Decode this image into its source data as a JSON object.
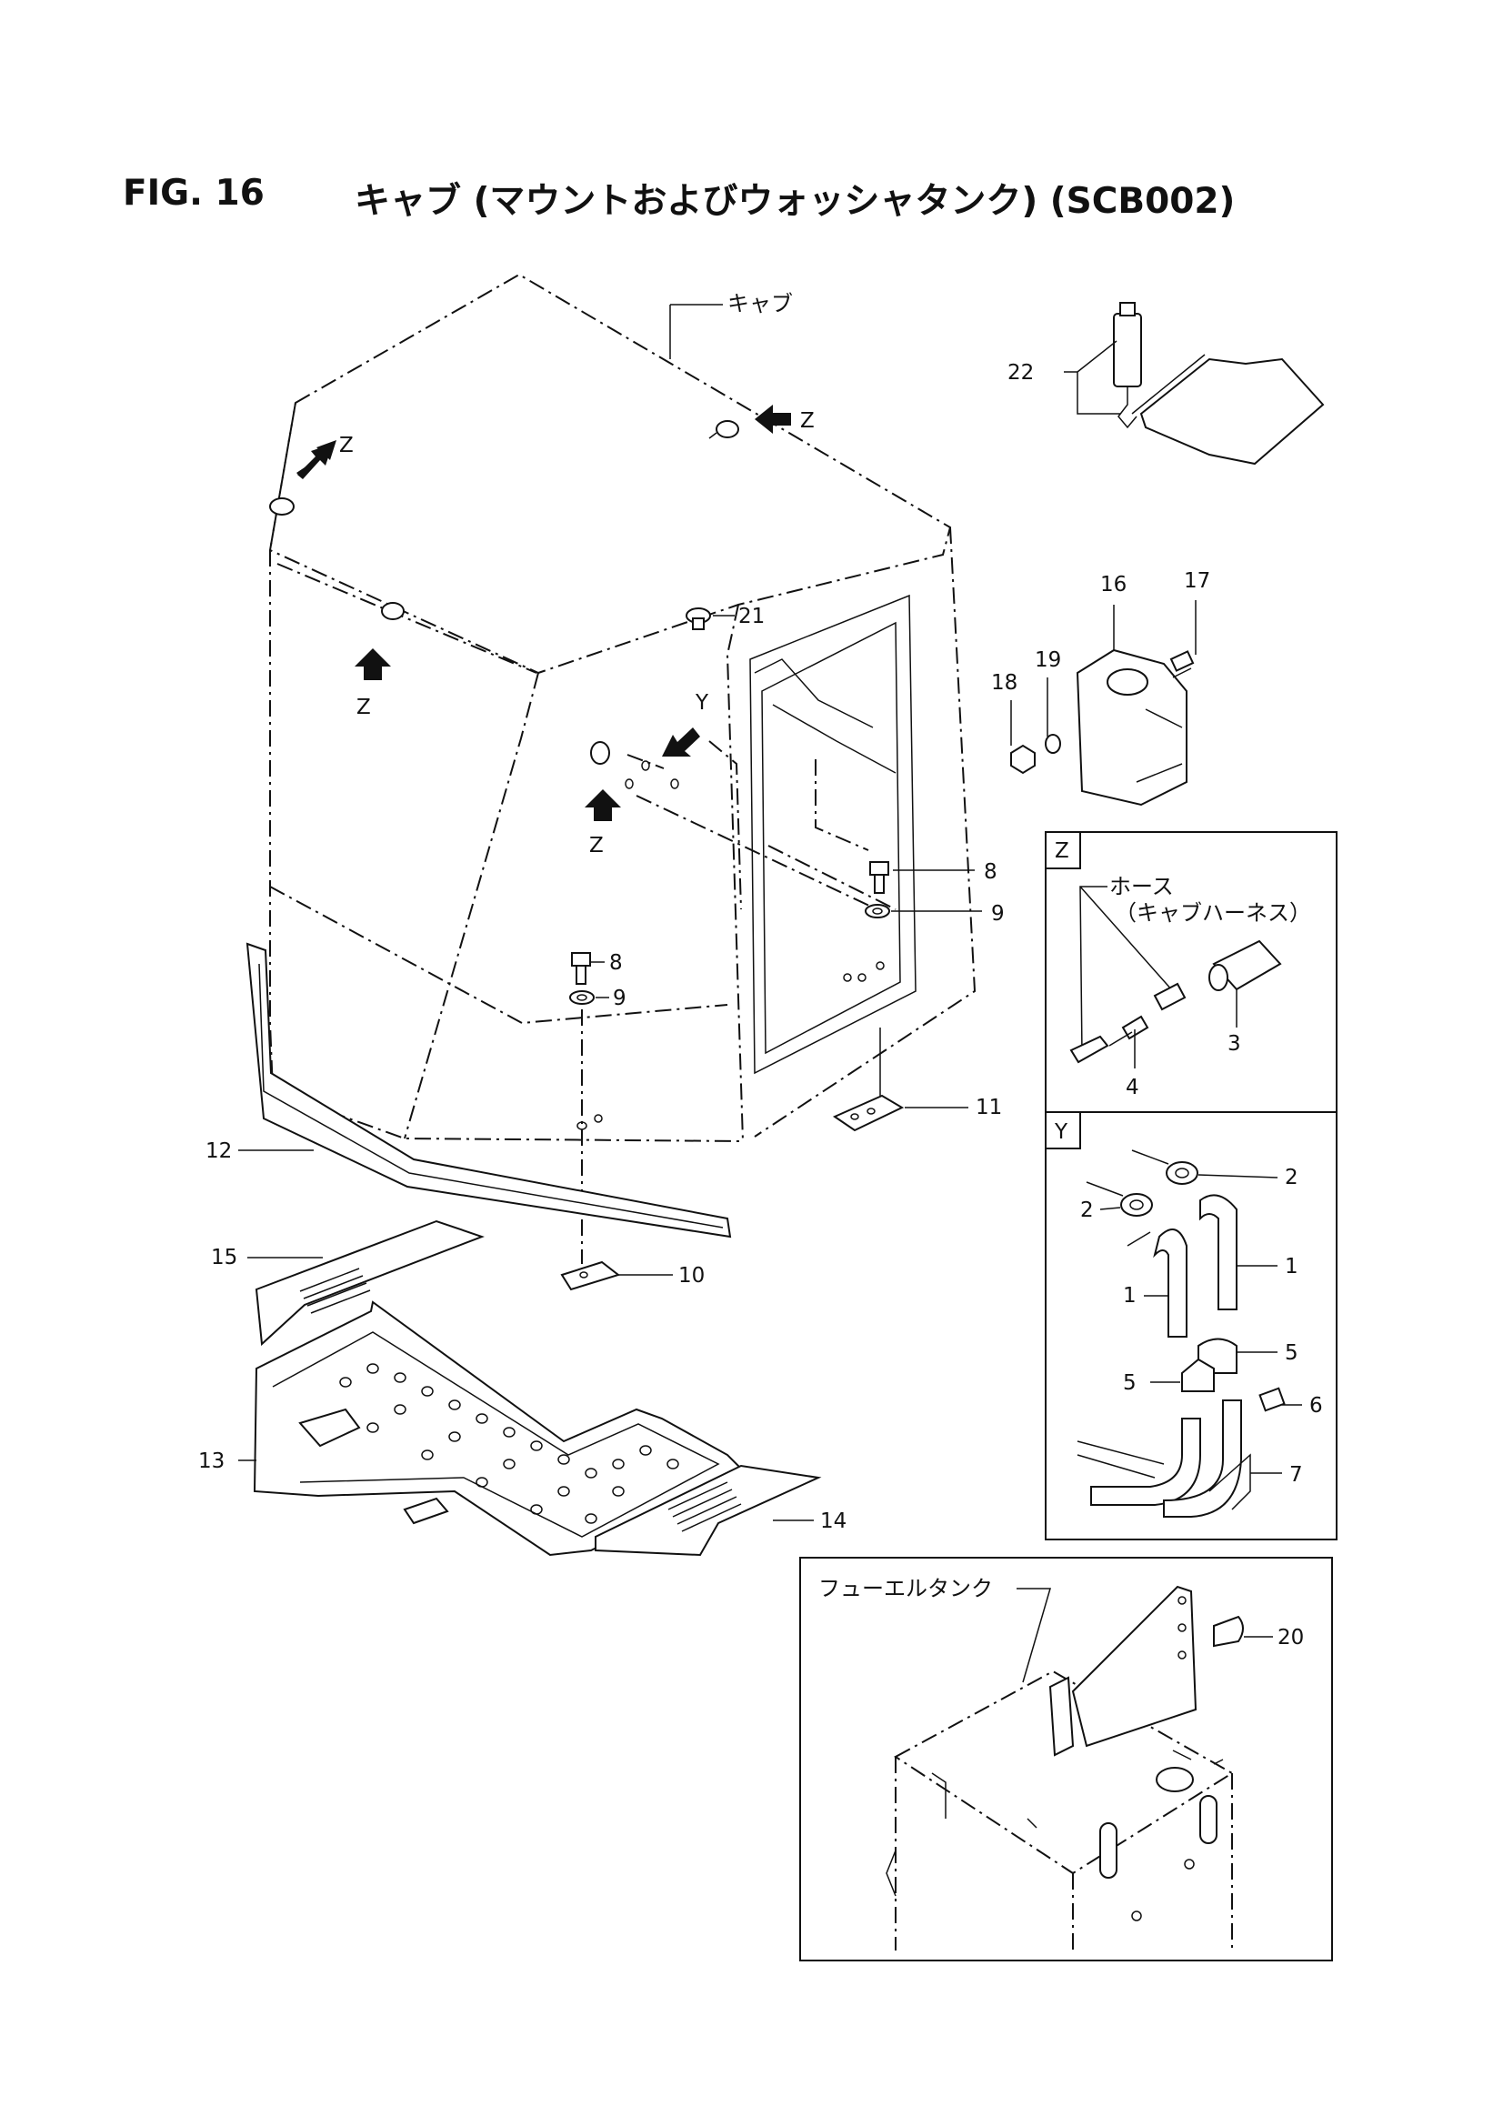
{
  "figure": {
    "number": "FIG. 16",
    "title": "キャブ (マウントおよびウォッシャタンク) (SCB002)"
  },
  "labels": {
    "cab": "キャブ",
    "hose": "ホース",
    "cab_harness": "（キャブハーネス）",
    "fuel_tank": "フューエルタンク",
    "view_z": "Z",
    "view_y": "Y"
  },
  "parts": {
    "p1a": "1",
    "p1b": "1",
    "p2a": "2",
    "p2b": "2",
    "p3": "3",
    "p4": "4",
    "p5a": "5",
    "p5b": "5",
    "p6": "6",
    "p7": "7",
    "p8a": "8",
    "p8b": "8",
    "p9a": "9",
    "p9b": "9",
    "p10": "10",
    "p11": "11",
    "p12": "12",
    "p13": "13",
    "p14": "14",
    "p16": "16",
    "p15": "15",
    "p17": "17",
    "p18": "18",
    "p19": "19",
    "p20": "20",
    "p21": "21",
    "p22": "22"
  }
}
